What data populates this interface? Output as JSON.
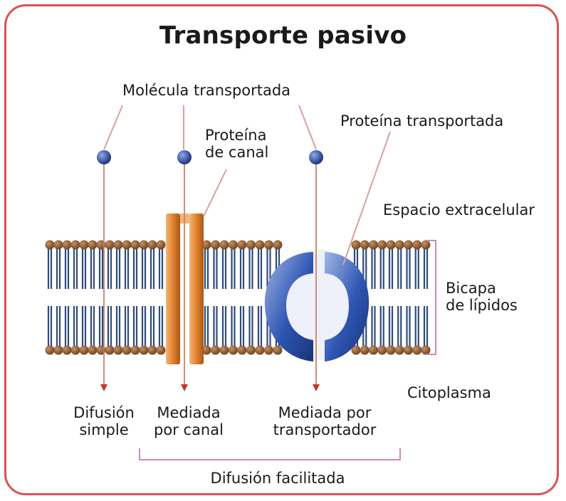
{
  "title": "Transporte pasivo",
  "labels": {
    "molecula_transportada": "Molécula transportada",
    "proteina_canal_1": "Proteína",
    "proteina_canal_2": "de canal",
    "proteina_transportada": "Proteína transportada",
    "espacio_extracelular": "Espacio extracelular",
    "bicapa_1": "Bicapa",
    "bicapa_2": "de lípidos",
    "citoplasma": "Citoplasma",
    "difusion_simple_1": "Difusión",
    "difusion_simple_2": "simple",
    "mediada_canal_1": "Mediada",
    "mediada_canal_2": "por canal",
    "mediada_transportador_1": "Mediada por",
    "mediada_transportador_2": "transportador",
    "difusion_facilitada": "Difusión facilitada"
  },
  "colors": {
    "frame": "#d9534f",
    "lipid_head": "#8b5a2b",
    "lipid_tail": "#2f4b7c",
    "molecule": "#2b4aa0",
    "channel_protein": "#e08a3c",
    "carrier_protein": "#2a4fa8",
    "pointer_line": "#d9a0a0",
    "arrow": "#c0392b",
    "bracket": "#c98bb5"
  }
}
